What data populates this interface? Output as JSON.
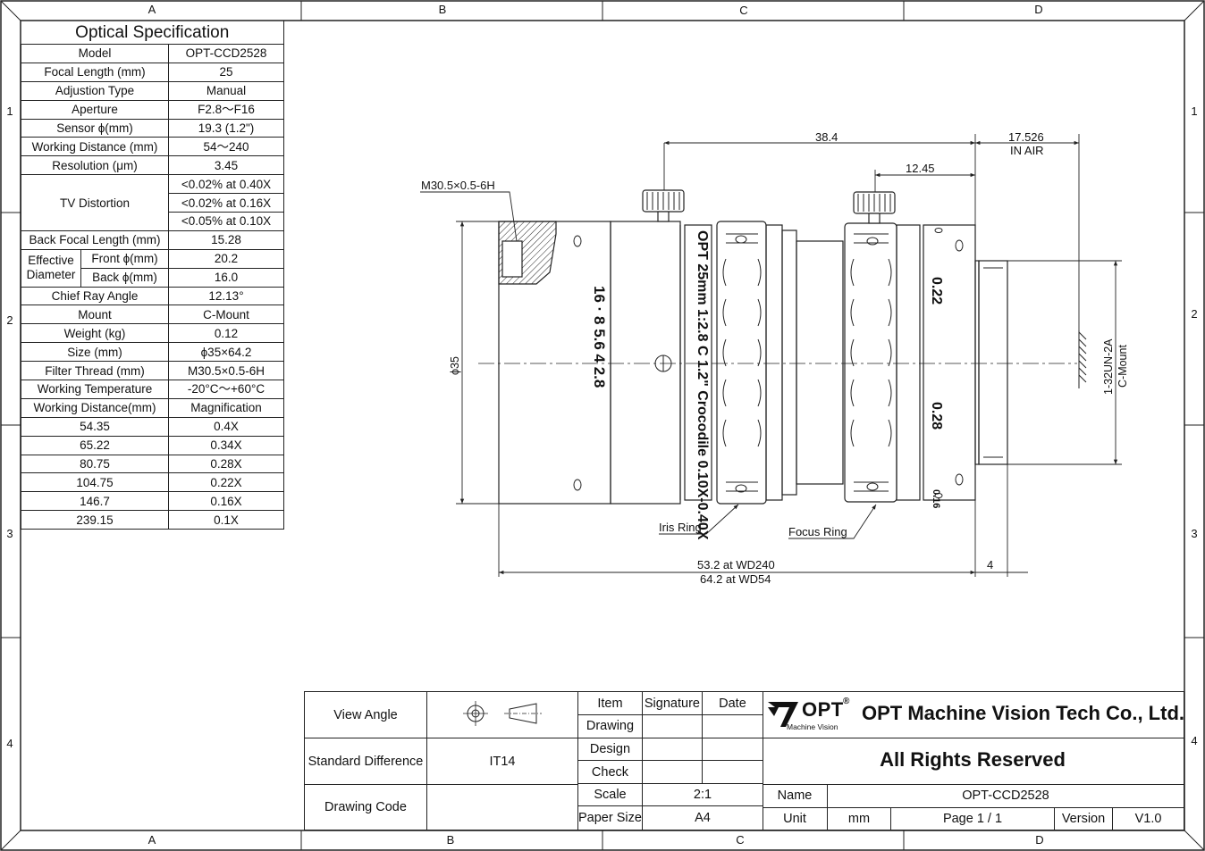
{
  "zones": {
    "columns": [
      "A",
      "B",
      "C",
      "D"
    ],
    "rows": [
      "1",
      "2",
      "3",
      "4"
    ]
  },
  "spec": {
    "title": "Optical Specification",
    "rows": [
      {
        "label": "Model",
        "value": "OPT-CCD2528"
      },
      {
        "label": "Focal Length (mm)",
        "value": "25"
      },
      {
        "label": "Adjustion Type",
        "value": "Manual"
      },
      {
        "label": "Aperture",
        "value": "F2.8～F16"
      },
      {
        "label": "Sensor ϕ(mm)",
        "value": "19.3 (1.2\")"
      },
      {
        "label": "Working Distance (mm)",
        "value": "54～240"
      },
      {
        "label": "Resolution (μm)",
        "value": "3.45"
      }
    ],
    "tv_distortion": {
      "label": "TV Distortion",
      "values": [
        "<0.02% at 0.40X",
        "<0.02% at 0.16X",
        "<0.05% at 0.10X"
      ]
    },
    "back_focal": {
      "label": "Back Focal Length (mm)",
      "value": "15.28"
    },
    "effective": {
      "label": "Effective Diameter",
      "front_label": "Front ϕ(mm)",
      "front_value": "20.2",
      "back_label": "Back ϕ(mm)",
      "back_value": "16.0"
    },
    "rows2": [
      {
        "label": "Chief Ray Angle",
        "value": "12.13°"
      },
      {
        "label": "Mount",
        "value": "C-Mount"
      },
      {
        "label": "Weight (kg)",
        "value": "0.12"
      },
      {
        "label": "Size (mm)",
        "value": "ϕ35×64.2"
      },
      {
        "label": "Filter Thread (mm)",
        "value": "M30.5×0.5-6H"
      },
      {
        "label": "Working Temperature",
        "value": "-20°C～+60°C"
      },
      {
        "label": "Working Distance(mm)",
        "value": "Magnification"
      },
      {
        "label": "54.35",
        "value": "0.4X"
      },
      {
        "label": "65.22",
        "value": "0.34X"
      },
      {
        "label": "80.75",
        "value": "0.28X"
      },
      {
        "label": "104.75",
        "value": "0.22X"
      },
      {
        "label": "146.7",
        "value": "0.16X"
      },
      {
        "label": "239.15",
        "value": "0.1X"
      }
    ]
  },
  "drawing": {
    "dim_overall": "38.4",
    "dim_air": "17.526",
    "dim_air_sub": "IN AIR",
    "dim_focus": "12.45",
    "thread_callout": "M30.5×0.5-6H",
    "diameter": "ϕ35",
    "mount_thread": "1-32UN-2A",
    "mount_type": "C-Mount",
    "len_wd240": "53.2 at WD240",
    "len_wd54": "64.2 at WD54",
    "dim_flange": "4",
    "iris_ring": "Iris Ring",
    "focus_ring": "Focus Ring",
    "lens_marking": "OPT 25mm 1:2.8 C 1.2\" Crocodile 0.10X-0.40X",
    "aperture_scale": "16 · 8 5.6 4 2.8",
    "mag_top": "0.22",
    "mag_bottom": "0.28",
    "mag_edge": "0.16"
  },
  "title_block": {
    "view_angle": "View Angle",
    "standard_difference": "Standard Difference",
    "std_value": "IT14",
    "drawing_code": "Drawing Code",
    "item": "Item",
    "signature": "Signature",
    "date": "Date",
    "drawing": "Drawing",
    "design": "Design",
    "check": "Check",
    "scale": "Scale",
    "scale_value": "2:1",
    "paper_size": "Paper Size",
    "paper_value": "A4",
    "logo_text": "OPT",
    "logo_sub": "Machine Vision",
    "company": "OPT Machine Vision Tech Co., Ltd.",
    "rights": "All Rights Reserved",
    "name": "Name",
    "name_value": "OPT-CCD2528",
    "unit": "Unit",
    "unit_value": "mm",
    "page": "Page  1 / 1",
    "version": "Version",
    "version_value": "V1.0"
  }
}
